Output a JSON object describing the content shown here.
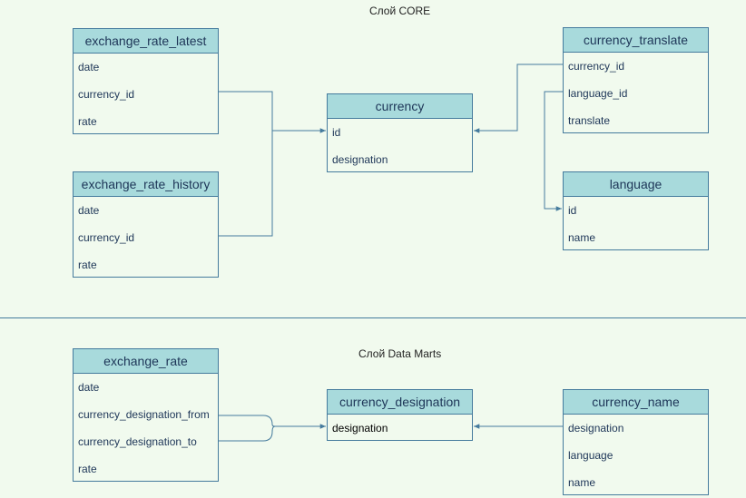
{
  "core_layer_title": "Слой CORE",
  "marts_layer_title": "Слой Data Marts",
  "entities": {
    "exchange_rate_latest": {
      "title": "exchange_rate_latest",
      "fields": [
        "date",
        "currency_id",
        "rate"
      ]
    },
    "exchange_rate_history": {
      "title": "exchange_rate_history",
      "fields": [
        "date",
        "currency_id",
        "rate"
      ]
    },
    "currency": {
      "title": "currency",
      "fields": [
        "id",
        "designation"
      ]
    },
    "currency_translate": {
      "title": "currency_translate",
      "fields": [
        "currency_id",
        "language_id",
        "translate"
      ]
    },
    "language": {
      "title": "language",
      "fields": [
        "id",
        "name"
      ]
    },
    "exchange_rate": {
      "title": "exchange_rate",
      "fields": [
        "date",
        "currency_designation_from",
        "currency_designation_to",
        "rate"
      ]
    },
    "currency_designation": {
      "title": "currency_designation",
      "fields": [
        "designation"
      ]
    },
    "currency_name": {
      "title": "currency_name",
      "fields": [
        "designation",
        "language",
        "name"
      ]
    }
  },
  "colors": {
    "background": "#f1faee",
    "header_fill": "#a8dadc",
    "stroke": "#457b9d",
    "text": "#1d3557"
  }
}
